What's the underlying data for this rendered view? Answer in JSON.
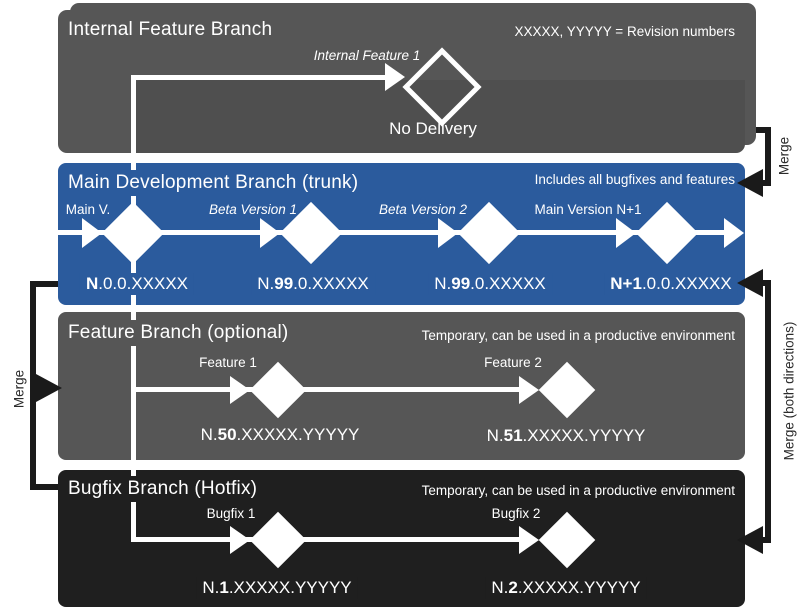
{
  "legend": "XXXXX, YYYYY = Revision numbers",
  "bands": {
    "internal": {
      "title": "Internal Feature Branch",
      "milestone": "Internal Feature 1",
      "delivery_note": "No Delivery"
    },
    "main": {
      "title": "Main Development Branch (trunk)",
      "subtitle": "Includes all bugfixes and features",
      "milestones": [
        "Main V.",
        "Beta Version 1",
        "Beta Version 2",
        "Main Version N+1"
      ],
      "versions": [
        {
          "pre": "",
          "bold": "N",
          "post": ".0.0.XXXXX"
        },
        {
          "pre": "N.",
          "bold": "99",
          "post": ".0.XXXXX"
        },
        {
          "pre": "N.",
          "bold": "99",
          "post": ".0.XXXXX"
        },
        {
          "pre": "",
          "bold": "N+1",
          "post": ".0.0.XXXXX"
        }
      ]
    },
    "feature": {
      "title": "Feature Branch (optional)",
      "subtitle": "Temporary, can be used in a productive environment",
      "milestones": [
        "Feature 1",
        "Feature 2"
      ],
      "versions": [
        {
          "pre": "N.",
          "bold": "50",
          "post": ".XXXXX.YYYYY"
        },
        {
          "pre": "N.",
          "bold": "51",
          "post": ".XXXXX.YYYYY"
        }
      ]
    },
    "bugfix": {
      "title": "Bugfix Branch (Hotfix)",
      "subtitle": "Temporary, can be used in a productive environment",
      "milestones": [
        "Bugfix 1",
        "Bugfix 2"
      ],
      "versions": [
        {
          "pre": "N.",
          "bold": "1",
          "post": ".XXXXX.YYYYY"
        },
        {
          "pre": "N.",
          "bold": "2",
          "post": ".XXXXX.YYYYY"
        }
      ]
    }
  },
  "connectors": {
    "left": "Merge",
    "top_right": "Merge",
    "bottom_right": "Merge (both directions)"
  },
  "colors": {
    "branch_gray": "#565656",
    "trunk_blue": "#2B5B9D",
    "hotfix_dark": "#1F1F1F",
    "line_black": "#1A1A1A",
    "line_white": "#FFFFFF"
  }
}
